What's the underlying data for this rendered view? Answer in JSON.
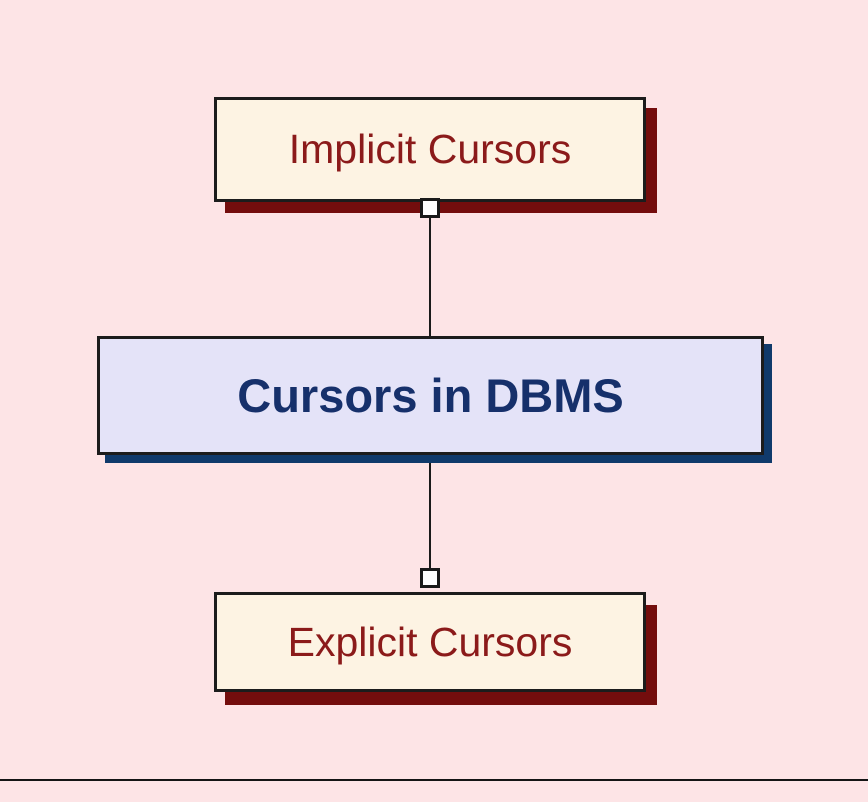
{
  "diagram": {
    "type": "hierarchy-tree",
    "background_color": "#fde4e6",
    "root": {
      "id": "root",
      "label": "Cursors in DBMS",
      "fill_color": "#e4e3f8",
      "text_color": "#16306b",
      "shadow_color": "#103a6b",
      "border_color": "#1c1c1c"
    },
    "children": [
      {
        "id": "implicit",
        "label": "Implicit Cursors",
        "fill_color": "#fdf3e3",
        "text_color": "#8b1a1a",
        "shadow_color": "#740d0d",
        "border_color": "#1c1c1c",
        "position": "above"
      },
      {
        "id": "explicit",
        "label": "Explicit Cursors",
        "fill_color": "#fdf3e3",
        "text_color": "#8b1a1a",
        "shadow_color": "#740d0d",
        "border_color": "#1c1c1c",
        "position": "below"
      }
    ],
    "connectors": [
      {
        "id": "connector-top",
        "from": "implicit",
        "to": "root",
        "node_shape": "square",
        "node_fill": "#ffffff",
        "line_color": "#1a1a1a"
      },
      {
        "id": "connector-bottom",
        "from": "root",
        "to": "explicit",
        "node_shape": "square",
        "node_fill": "#ffffff",
        "line_color": "#1a1a1a"
      }
    ],
    "bottom_rule_color": "#141414"
  }
}
